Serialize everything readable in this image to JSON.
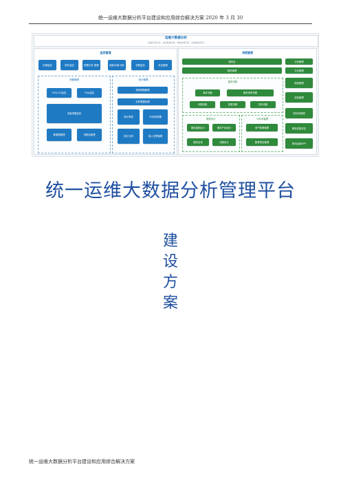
{
  "header": {
    "text": "统一运维大数据分析平台建设和应用综合解决方案 2020 年 3 月 30"
  },
  "diagram": {
    "title": "运维大数据分析",
    "subtitle": "（ 数据可视分析 · 指标数据处理 · 数据告警引擎 · 运维数据仓库 ）",
    "left_panel": {
      "title": "监控管理",
      "top_row": [
        "存储监控",
        "软件监控",
        "配置文件 管理",
        "指标存储 分析",
        "流程监控",
        "安全管理"
      ],
      "collect": {
        "title": "采集管理",
        "items": [
          "SYSLOG监控",
          "Trap监控",
          "流量采集监控",
          "数据源管理",
          "流程及管理"
        ]
      },
      "stats": {
        "title": "统计管理",
        "items": [
          "规则策略管理",
          "实时数据处理",
          "统计报表",
          "3D机房视图",
          "统计分析",
          "接入关联管理"
        ]
      }
    },
    "right_panel": {
      "title": "流程管理",
      "top_bars": [
        "服务台",
        "服务管理"
      ],
      "top_side": [
        "计划管理",
        "日志管理"
      ],
      "process": {
        "title": "服务流程",
        "items": [
          "事件流程",
          "服务请求流程",
          "问题流程",
          "变更流程",
          "发布流程"
        ]
      },
      "service": {
        "title": "服务设计",
        "items": [
          "服务级别定义",
          "服务产品设计",
          "服务目录",
          "流程设计"
        ]
      },
      "cmdb": {
        "title": "CMDB管理",
        "items": [
          "资产配置管理",
          "配置项目管理"
        ]
      },
      "side": [
        "值班管理",
        "巡检管理",
        "知识库管理",
        "服务质量评估",
        "移动运维APP"
      ]
    }
  },
  "title": "统一运维大数据分析管理平台",
  "subtitle_chars": [
    "建",
    "设",
    "方",
    "案"
  ],
  "footer": {
    "text": "统一运维大数据分析平台建设和应用综合解决方案"
  }
}
